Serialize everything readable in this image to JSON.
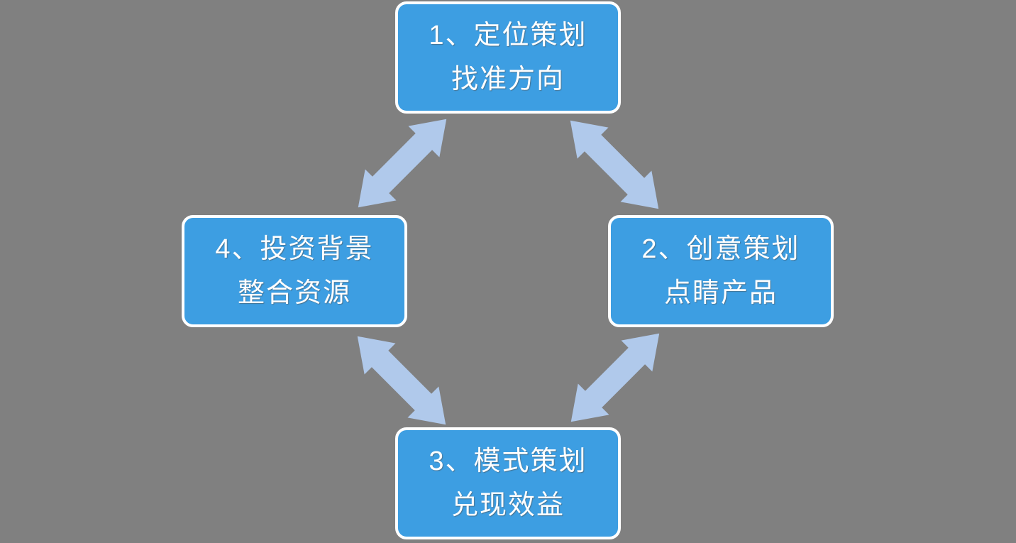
{
  "diagram": {
    "type": "cycle-flowchart",
    "boxes": [
      {
        "id": "1",
        "line1": "1、定位策划",
        "line2": "找准方向"
      },
      {
        "id": "2",
        "line1": "2、创意策划",
        "line2": "点睛产品"
      },
      {
        "id": "3",
        "line1": "3、模式策划",
        "line2": "兑现效益"
      },
      {
        "id": "4",
        "line1": "4、投资背景",
        "line2": "整合资源"
      }
    ],
    "arrows": [
      {
        "name": "arrow-top-left",
        "connects": [
          "4",
          "1"
        ],
        "direction": "bidirectional"
      },
      {
        "name": "arrow-top-right",
        "connects": [
          "1",
          "2"
        ],
        "direction": "bidirectional"
      },
      {
        "name": "arrow-bottom-right",
        "connects": [
          "2",
          "3"
        ],
        "direction": "bidirectional"
      },
      {
        "name": "arrow-bottom-left",
        "connects": [
          "4",
          "3"
        ],
        "direction": "bidirectional"
      }
    ]
  },
  "colors": {
    "background": "#808080",
    "box-fill": "#3D9EE2",
    "box-border": "#FFFFFF",
    "arrow-fill": "#B0C9EB",
    "text-color": "#FFFFFF"
  }
}
